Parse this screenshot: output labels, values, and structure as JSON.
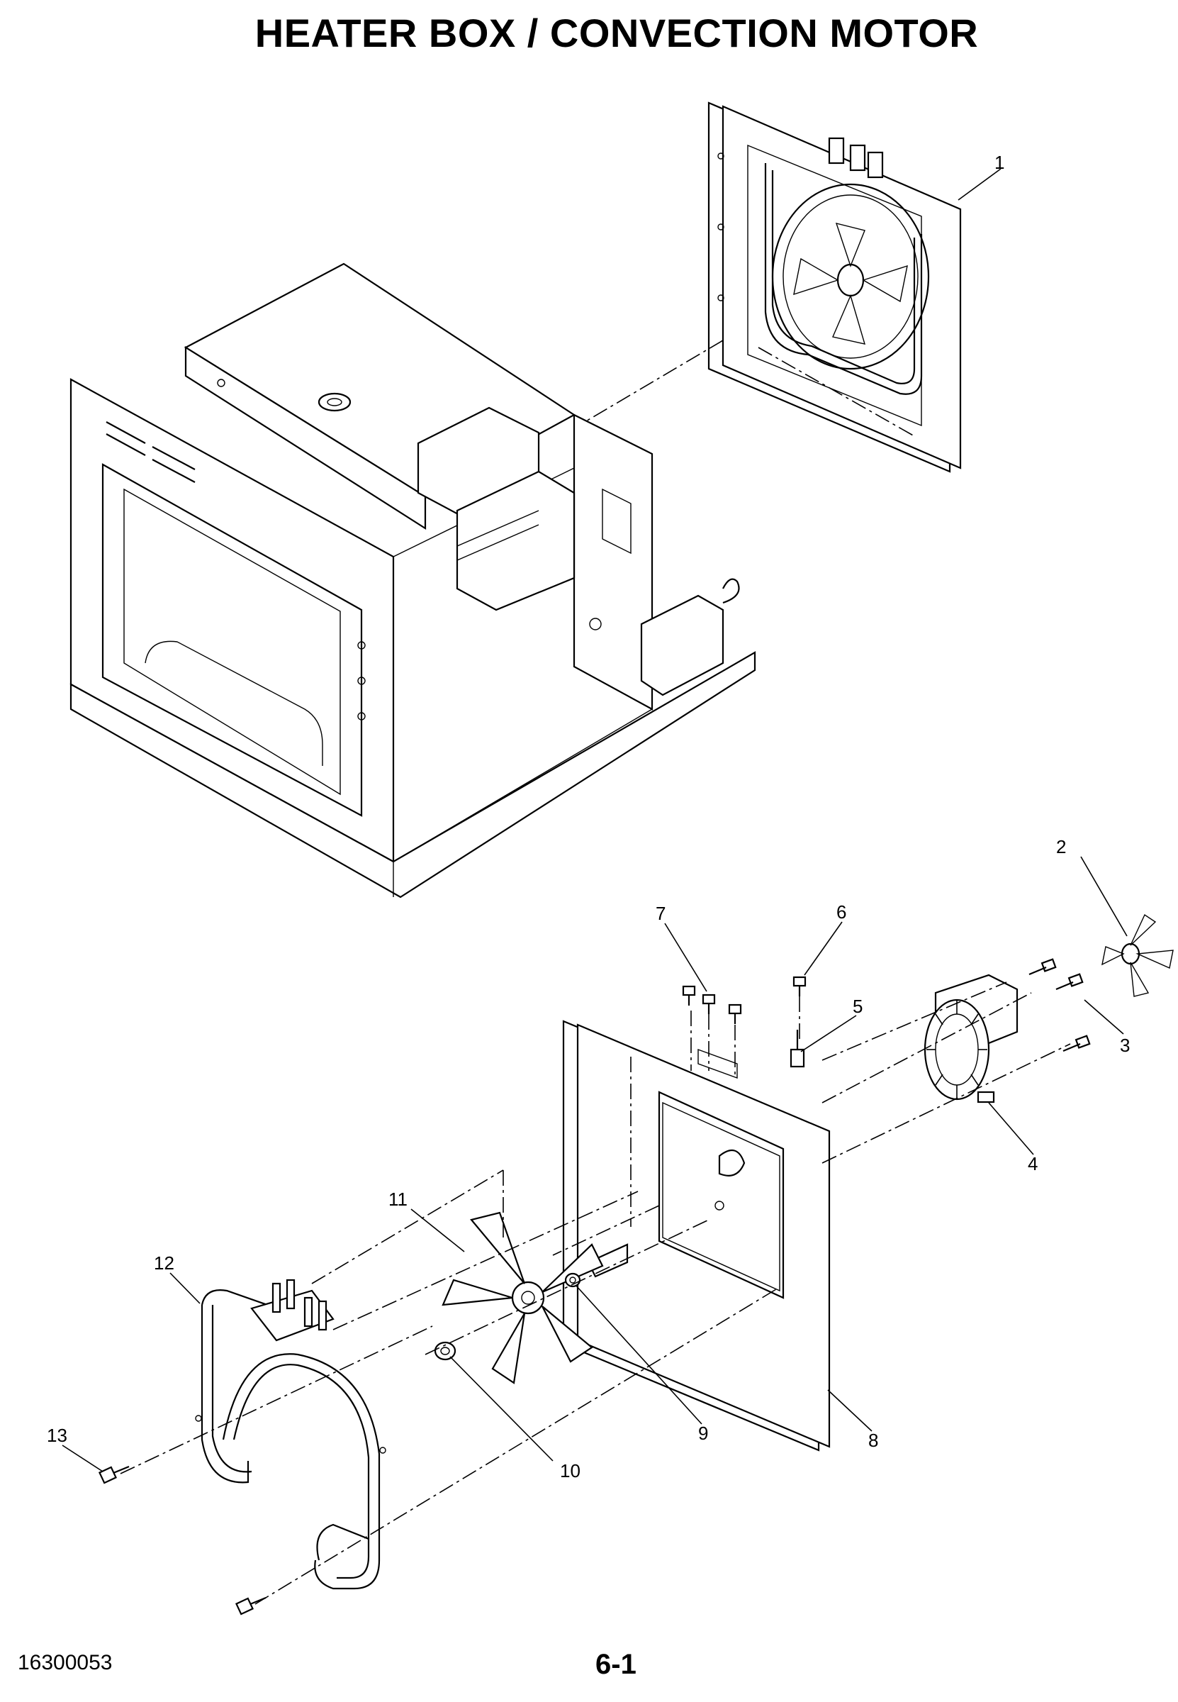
{
  "title": "HEATER BOX / CONVECTION MOTOR",
  "footer": {
    "code": "16300053",
    "page": "6-1"
  },
  "callouts": [
    "1",
    "2",
    "3",
    "4",
    "5",
    "6",
    "7",
    "8",
    "9",
    "10",
    "11",
    "12",
    "13"
  ]
}
